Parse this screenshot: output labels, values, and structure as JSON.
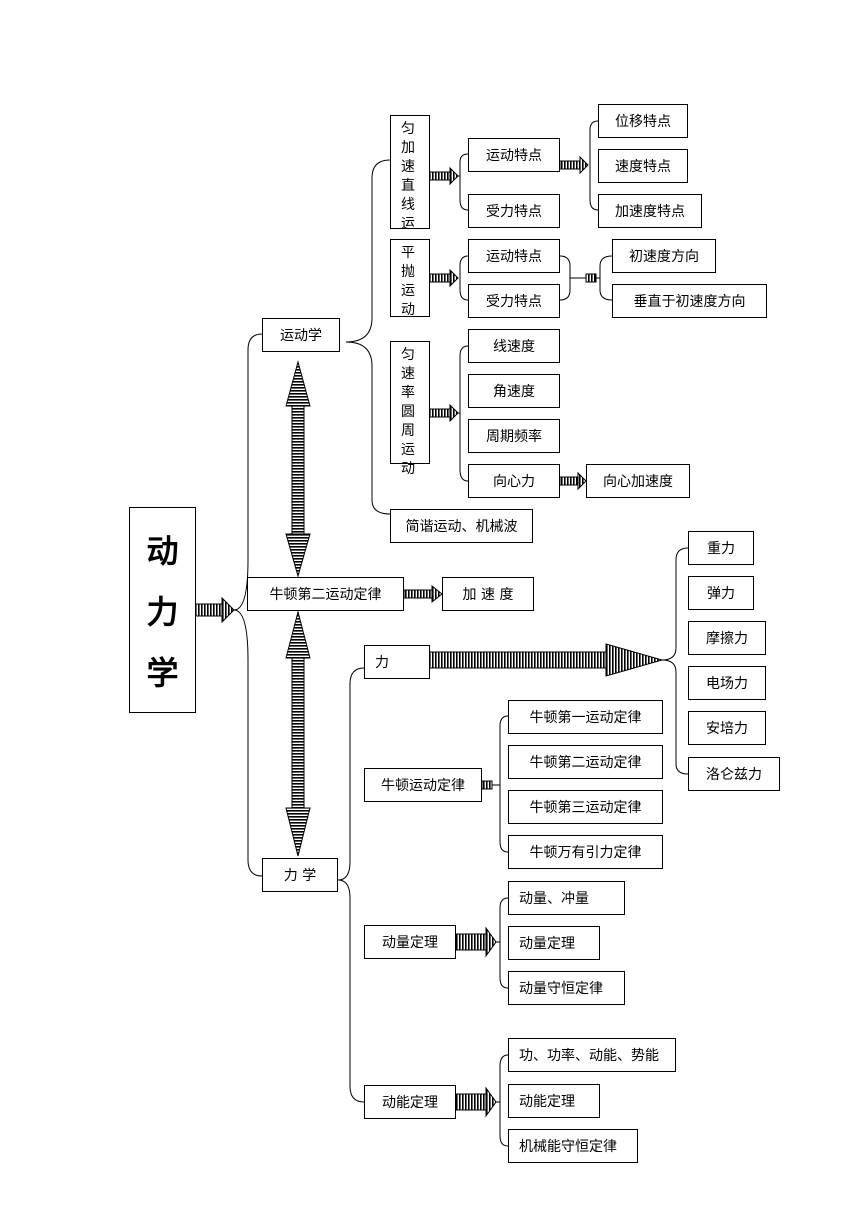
{
  "root": [
    "动",
    "力",
    "学"
  ],
  "kinematics": {
    "label": "运动学",
    "uniform_accel": {
      "label": [
        "匀",
        "加",
        "速",
        "直",
        "线",
        "运"
      ],
      "motion": "运动特点",
      "force": "受力特点",
      "motion_items": [
        "位移特点",
        "速度特点",
        "加速度特点"
      ]
    },
    "projectile": {
      "label": [
        "平",
        "抛",
        "运",
        "动"
      ],
      "motion": "运动特点",
      "force": "受力特点",
      "items": [
        "初速度方向",
        "垂直于初速度方向"
      ]
    },
    "circular": {
      "label": [
        "匀",
        "速",
        "率",
        "圆",
        "周",
        "运",
        "动"
      ],
      "items": [
        "线速度",
        "角速度",
        "周期频率",
        "向心力"
      ],
      "accel": "向心加速度"
    },
    "shm": "简谐运动、机械波"
  },
  "newton2": {
    "label": "牛顿第二运动定律",
    "accel": "加 速 度"
  },
  "mechanics": {
    "label": "力 学",
    "force": {
      "label": "力",
      "items": [
        "重力",
        "弹力",
        "摩擦力",
        "电场力",
        "安培力",
        "洛仑兹力"
      ]
    },
    "newton_laws": {
      "label": "牛顿运动定律",
      "items": [
        "牛顿第一运动定律",
        "牛顿第二运动定律",
        "牛顿第三运动定律",
        "牛顿万有引力定律"
      ]
    },
    "momentum": {
      "label": "动量定理",
      "items": [
        "动量、冲量",
        "动量定理",
        "动量守恒定律"
      ]
    },
    "energy": {
      "label": "动能定理",
      "items": [
        "功、功率、动能、势能",
        "动能定理",
        "机械能守恒定律"
      ]
    }
  }
}
